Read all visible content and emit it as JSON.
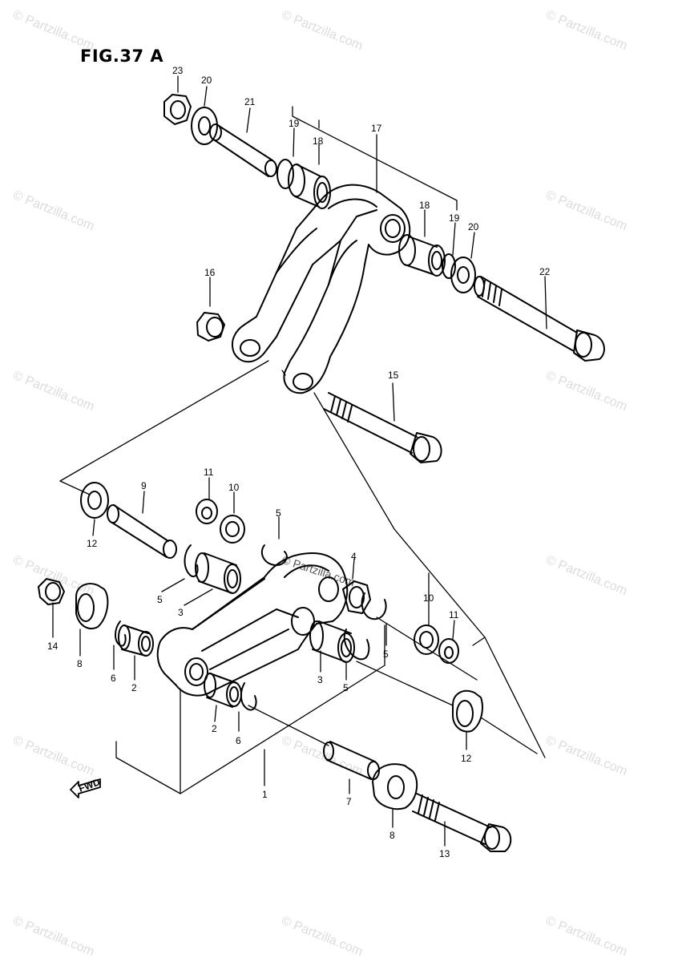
{
  "figure_label": "FIG.37 A",
  "fwd_label": "FWD",
  "watermark": "© Partzilla.com",
  "parts": [
    {
      "id": "p1",
      "number": "1"
    },
    {
      "id": "p2a",
      "number": "2"
    },
    {
      "id": "p2b",
      "number": "2"
    },
    {
      "id": "p3a",
      "number": "3"
    },
    {
      "id": "p3b",
      "number": "3"
    },
    {
      "id": "p4",
      "number": "4"
    },
    {
      "id": "p5a",
      "number": "5"
    },
    {
      "id": "p5b",
      "number": "5"
    },
    {
      "id": "p5c",
      "number": "5"
    },
    {
      "id": "p5d",
      "number": "5"
    },
    {
      "id": "p6a",
      "number": "6"
    },
    {
      "id": "p6b",
      "number": "6"
    },
    {
      "id": "p7",
      "number": "7"
    },
    {
      "id": "p8a",
      "number": "8"
    },
    {
      "id": "p8b",
      "number": "8"
    },
    {
      "id": "p9",
      "number": "9"
    },
    {
      "id": "p10a",
      "number": "10"
    },
    {
      "id": "p10b",
      "number": "10"
    },
    {
      "id": "p11a",
      "number": "11"
    },
    {
      "id": "p11b",
      "number": "11"
    },
    {
      "id": "p12a",
      "number": "12"
    },
    {
      "id": "p12b",
      "number": "12"
    },
    {
      "id": "p13",
      "number": "13"
    },
    {
      "id": "p14",
      "number": "14"
    },
    {
      "id": "p15",
      "number": "15"
    },
    {
      "id": "p16",
      "number": "16"
    },
    {
      "id": "p17",
      "number": "17"
    },
    {
      "id": "p18a",
      "number": "18"
    },
    {
      "id": "p18b",
      "number": "18"
    },
    {
      "id": "p19a",
      "number": "19"
    },
    {
      "id": "p19b",
      "number": "19"
    },
    {
      "id": "p20a",
      "number": "20"
    },
    {
      "id": "p20b",
      "number": "20"
    },
    {
      "id": "p21",
      "number": "21"
    },
    {
      "id": "p22",
      "number": "22"
    },
    {
      "id": "p23",
      "number": "23"
    }
  ]
}
